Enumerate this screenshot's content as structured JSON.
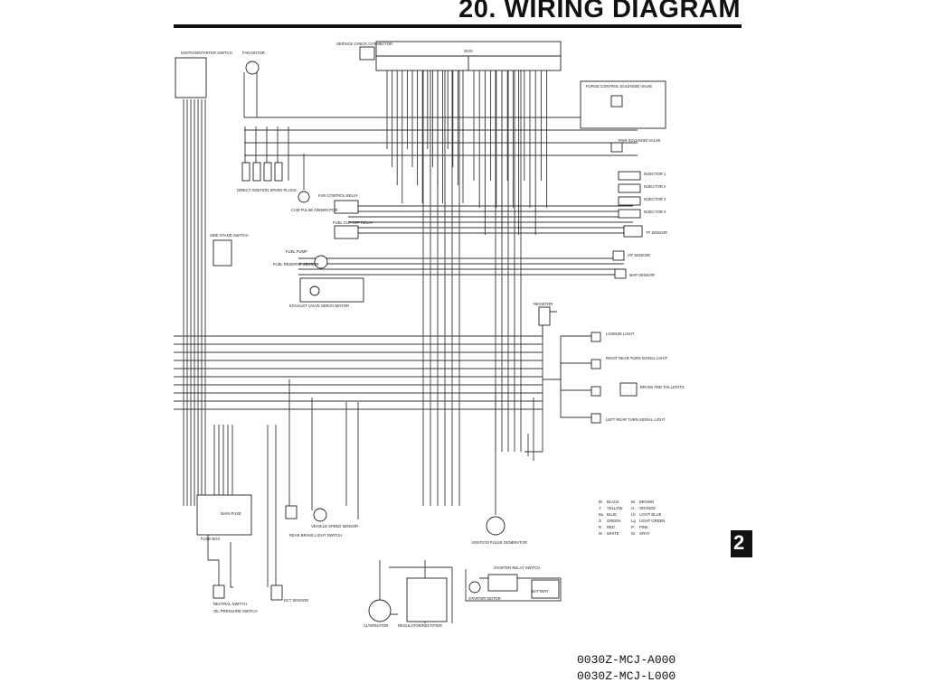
{
  "page": {
    "title": "20. WIRING DIAGRAM",
    "section_tab": "2",
    "part_codes": [
      "0030Z-MCJ-A000",
      "0030Z-MCJ-L000"
    ]
  },
  "diagram": {
    "central_unit_label": "ECM",
    "components": [
      {
        "id": "ign-switch",
        "label": "IGNITION/STARTER SWITCH"
      },
      {
        "id": "fan-motor",
        "label": "FAN MOTOR"
      },
      {
        "id": "service-check",
        "label": "SERVICE CHECK CONNECTOR"
      },
      {
        "id": "purge-solenoid",
        "label": "PURGE CONTROL SOLENOID VALVE"
      },
      {
        "id": "pair-solenoid",
        "label": "PAIR SOLENOID VALVE"
      },
      {
        "id": "injector-1",
        "label": "INJECTOR 1"
      },
      {
        "id": "injector-2",
        "label": "INJECTOR 2"
      },
      {
        "id": "injector-3",
        "label": "INJECTOR 3"
      },
      {
        "id": "injector-4",
        "label": "INJECTOR 4"
      },
      {
        "id": "tp-sensor",
        "label": "TP SENSOR"
      },
      {
        "id": "iat-sensor",
        "label": "IAT SENSOR"
      },
      {
        "id": "map-sensor",
        "label": "MAP SENSOR"
      },
      {
        "id": "direct-ignition",
        "label": "DIRECT IGNITION SPARK PLUGS"
      },
      {
        "id": "cam-pulse",
        "label": "CAM PULSE GENERATOR"
      },
      {
        "id": "fan-relay",
        "label": "FAN CONTROL RELAY"
      },
      {
        "id": "fuel-cutoff",
        "label": "FUEL CUT-OFF RELAY"
      },
      {
        "id": "side-stand",
        "label": "SIDE STAND SWITCH"
      },
      {
        "id": "fuel-pump",
        "label": "FUEL PUMP"
      },
      {
        "id": "fuel-reserve",
        "label": "FUEL RESERVE SENSOR"
      },
      {
        "id": "exhaust-servo",
        "label": "EXHAUST VALVE SERVO MOTOR"
      },
      {
        "id": "resistor",
        "label": "RESISTOR"
      },
      {
        "id": "license-light",
        "label": "LICENSE LIGHT"
      },
      {
        "id": "right-turn",
        "label": "RIGHT REAR TURN SIGNAL LIGHT"
      },
      {
        "id": "brake-tail",
        "label": "BRAKE AND TAILLIGHTS"
      },
      {
        "id": "left-turn",
        "label": "LEFT REAR TURN SIGNAL LIGHT"
      },
      {
        "id": "fuse-box",
        "label": "FUSE BOX"
      },
      {
        "id": "main-fuse",
        "label": "MAIN FUSE"
      },
      {
        "id": "rear-brake-switch",
        "label": "REAR BRAKE LIGHT SWITCH"
      },
      {
        "id": "vehicle-speed",
        "label": "VEHICLE SPEED SENSOR"
      },
      {
        "id": "ignition-pulse",
        "label": "IGNITION PULSE GENERATOR"
      },
      {
        "id": "neutral-switch",
        "label": "NEUTRAL SWITCH"
      },
      {
        "id": "oil-pressure",
        "label": "OIL PRESSURE SWITCH"
      },
      {
        "id": "ect-sensor",
        "label": "ECT SENSOR"
      },
      {
        "id": "alternator",
        "label": "ALTERNATOR"
      },
      {
        "id": "regulator",
        "label": "REGULATOR/RECTIFIER"
      },
      {
        "id": "starter-motor",
        "label": "STARTER MOTOR"
      },
      {
        "id": "starter-relay",
        "label": "STARTER RELAY SWITCH"
      },
      {
        "id": "battery",
        "label": "BATTERY"
      }
    ],
    "color_legend": [
      {
        "code": "Bl",
        "name": "BLACK"
      },
      {
        "code": "Br",
        "name": "BROWN"
      },
      {
        "code": "Y",
        "name": "YELLOW"
      },
      {
        "code": "O",
        "name": "ORANGE"
      },
      {
        "code": "Bu",
        "name": "BLUE"
      },
      {
        "code": "Lb",
        "name": "LIGHT BLUE"
      },
      {
        "code": "G",
        "name": "GREEN"
      },
      {
        "code": "Lg",
        "name": "LIGHT GREEN"
      },
      {
        "code": "R",
        "name": "RED"
      },
      {
        "code": "P",
        "name": "PINK"
      },
      {
        "code": "W",
        "name": "WHITE"
      },
      {
        "code": "Gr",
        "name": "GRAY"
      }
    ]
  }
}
